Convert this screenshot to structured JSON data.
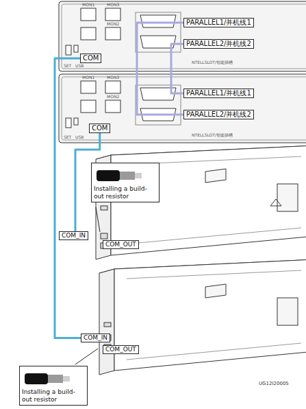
{
  "diagram": {
    "nodes": [
      {
        "text": [
          "COM"
        ]
      },
      {
        "text": [
          "PARALLEL1/并机线1"
        ]
      },
      {
        "text": [
          "PARALLEL2/并机线2"
        ]
      },
      {
        "text": [
          "COM"
        ]
      },
      {
        "text": [
          "PARALLEL1/并机线1"
        ]
      },
      {
        "text": [
          "PARALLEL2/并机线2"
        ]
      },
      {
        "text": [
          "Installing a build-out resistor"
        ]
      },
      {
        "text": [
          "COM_IN"
        ]
      },
      {
        "text": [
          "COM_OUT"
        ]
      },
      {
        "text": [
          "COM_IN"
        ]
      },
      {
        "text": [
          "COM_OUT"
        ]
      },
      {
        "text": [
          "Installing a build-out resistor"
        ]
      }
    ],
    "edges": [
      {
        "from": 0,
        "to": 9,
        "arrow": "none"
      },
      {
        "from": 3,
        "to": 7,
        "arrow": "none"
      },
      {
        "from": 1,
        "to": 5,
        "arrow": "none"
      },
      {
        "from": 2,
        "to": 4,
        "arrow": "none"
      }
    ],
    "labels": [
      "MON1",
      "MON3",
      "MON2",
      "SET",
      "USB",
      "NTELLSLOT/智能插槽",
      "MON1",
      "MON3",
      "MON2",
      "SET",
      "USB",
      "NTELLSLOT/智能插槽",
      "UG12I20005"
    ]
  }
}
